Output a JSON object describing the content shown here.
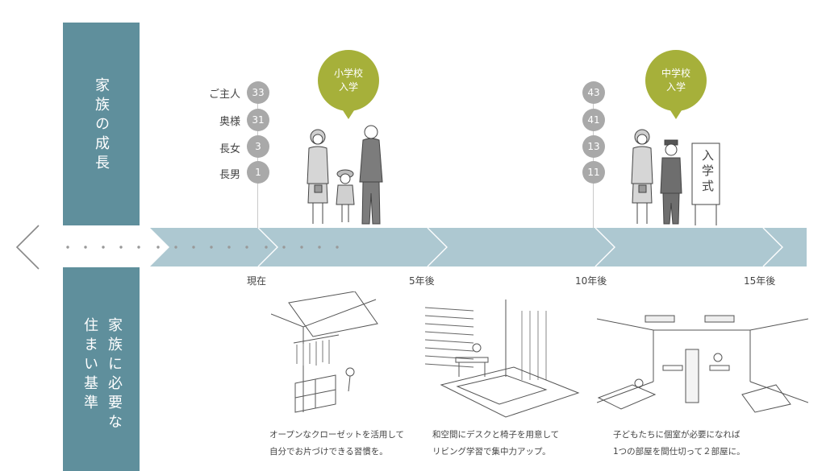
{
  "panel_top": {
    "label": "家族の成長"
  },
  "panel_bottom": {
    "label": "家族に必要な住まい基準"
  },
  "family": [
    {
      "name": "ご主人",
      "age_now": "33",
      "age_10": "43"
    },
    {
      "name": "奥様",
      "age_now": "31",
      "age_10": "41"
    },
    {
      "name": "長女",
      "age_now": "3",
      "age_10": "13"
    },
    {
      "name": "長男",
      "age_now": "1",
      "age_10": "11"
    }
  ],
  "events": [
    {
      "label_line1": "小学校",
      "label_line2": "入学"
    },
    {
      "label_line1": "中学校",
      "label_line2": "入学"
    }
  ],
  "sign_text": "入学式",
  "timeline": [
    {
      "label": "現在"
    },
    {
      "label": "5年後"
    },
    {
      "label": "10年後"
    },
    {
      "label": "15年後"
    }
  ],
  "captions": [
    {
      "line1": "オープンなクローゼットを活用して",
      "line2": "自分でお片づけできる習慣を。"
    },
    {
      "line1": "和空間にデスクと椅子を用意して",
      "line2": "リビング学習で集中力アップ。"
    },
    {
      "line1": "子どもたちに個室が必要になれば",
      "line2": "1つの部屋を間仕切って２部屋に。"
    }
  ],
  "colors": {
    "panel": "#5f8f9c",
    "band": "#adc8d1",
    "bubble": "#a6b03a",
    "age_badge": "#a9a9a9"
  }
}
